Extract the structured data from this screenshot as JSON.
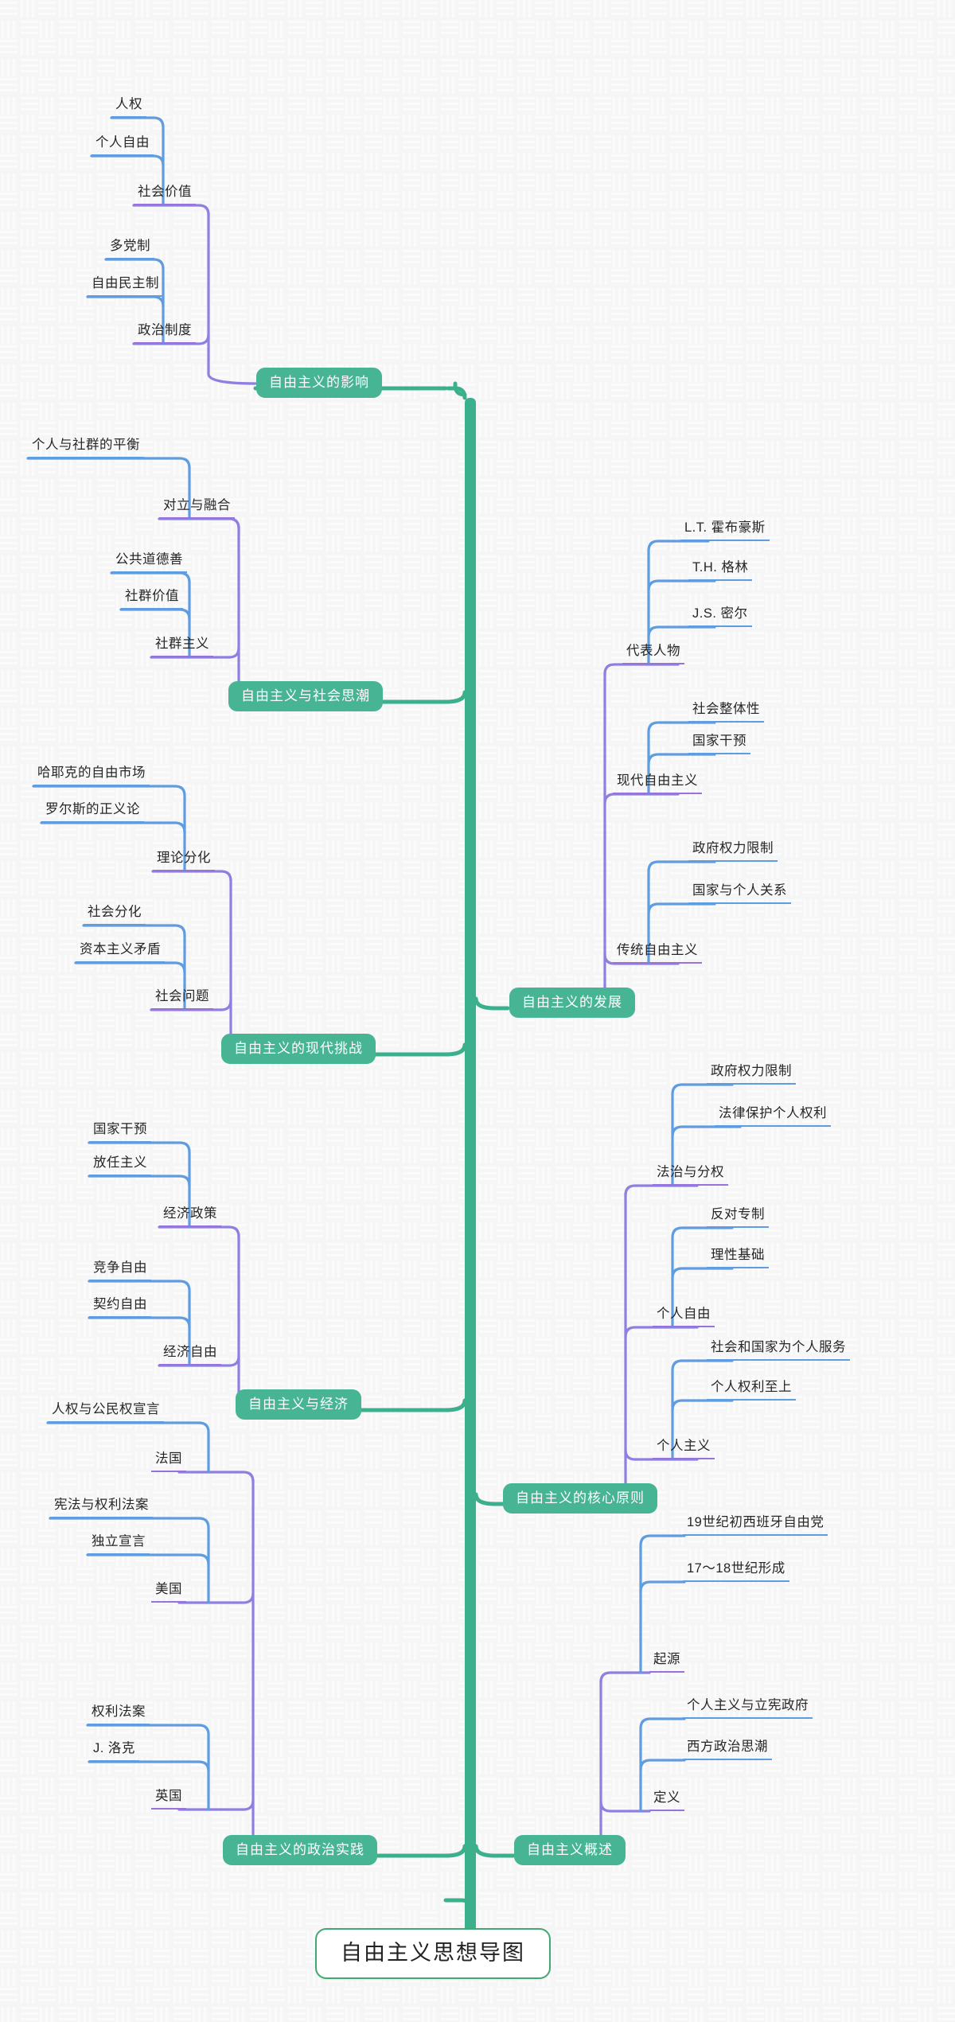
{
  "meta": {
    "title": "自由主义思想导图",
    "colors": {
      "root_border": "#44a870",
      "root_bg": "#ffffff",
      "topic_bg": "#47b493",
      "topic_text": "#ffffff",
      "trunk": "#3cb08d",
      "sub_line": "#9a72de",
      "leaf_line": "#5f9de0",
      "background": "#f7f7f7"
    }
  },
  "root": {
    "label": "自由主义思想导图"
  },
  "topics": [
    {
      "id": "influence",
      "label": "自由主义的影响",
      "side": "left",
      "subs": [
        {
          "label": "社会价值",
          "leaves": [
            {
              "label": "人权"
            },
            {
              "label": "个人自由"
            }
          ]
        },
        {
          "label": "政治制度",
          "leaves": [
            {
              "label": "多党制"
            },
            {
              "label": "自由民主制"
            }
          ]
        }
      ]
    },
    {
      "id": "social-trends",
      "label": "自由主义与社会思潮",
      "side": "left",
      "subs": [
        {
          "label": "对立与融合",
          "leaves": [
            {
              "label": "个人与社群的平衡"
            }
          ]
        },
        {
          "label": "社群主义",
          "leaves": [
            {
              "label": "公共道德善"
            },
            {
              "label": "社群价值"
            }
          ]
        }
      ]
    },
    {
      "id": "modern-challenge",
      "label": "自由主义的现代挑战",
      "side": "left",
      "subs": [
        {
          "label": "理论分化",
          "leaves": [
            {
              "label": "哈耶克的自由市场"
            },
            {
              "label": "罗尔斯的正义论"
            }
          ]
        },
        {
          "label": "社会问题",
          "leaves": [
            {
              "label": "社会分化"
            },
            {
              "label": "资本主义矛盾"
            }
          ]
        }
      ]
    },
    {
      "id": "economy",
      "label": "自由主义与经济",
      "side": "left",
      "subs": [
        {
          "label": "经济政策",
          "leaves": [
            {
              "label": "国家干预"
            },
            {
              "label": "放任主义"
            }
          ]
        },
        {
          "label": "经济自由",
          "leaves": [
            {
              "label": "竞争自由"
            },
            {
              "label": "契约自由"
            }
          ]
        }
      ]
    },
    {
      "id": "political-practice",
      "label": "自由主义的政治实践",
      "side": "left",
      "subs": [
        {
          "label": "法国",
          "leaves": [
            {
              "label": "人权与公民权宣言"
            }
          ]
        },
        {
          "label": "美国",
          "leaves": [
            {
              "label": "宪法与权利法案"
            },
            {
              "label": "独立宣言"
            }
          ]
        },
        {
          "label": "英国",
          "leaves": [
            {
              "label": "权利法案"
            },
            {
              "label": "J. 洛克"
            }
          ]
        }
      ]
    },
    {
      "id": "development",
      "label": "自由主义的发展",
      "side": "right",
      "subs": [
        {
          "label": "代表人物",
          "leaves": [
            {
              "label": "L.T. 霍布豪斯"
            },
            {
              "label": "T.H. 格林"
            },
            {
              "label": "J.S. 密尔"
            }
          ]
        },
        {
          "label": "现代自由主义",
          "leaves": [
            {
              "label": "社会整体性"
            },
            {
              "label": "国家干预"
            }
          ]
        },
        {
          "label": "传统自由主义",
          "leaves": [
            {
              "label": "政府权力限制"
            },
            {
              "label": "国家与个人关系"
            }
          ]
        }
      ]
    },
    {
      "id": "core-principles",
      "label": "自由主义的核心原则",
      "side": "right",
      "subs": [
        {
          "label": "法治与分权",
          "leaves": [
            {
              "label": "政府权力限制"
            },
            {
              "label": "法律保护个人权利"
            }
          ]
        },
        {
          "label": "个人自由",
          "leaves": [
            {
              "label": "反对专制"
            },
            {
              "label": "理性基础"
            }
          ]
        },
        {
          "label": "个人主义",
          "leaves": [
            {
              "label": "社会和国家为个人服务"
            },
            {
              "label": "个人权利至上"
            }
          ]
        }
      ]
    },
    {
      "id": "overview",
      "label": "自由主义概述",
      "side": "right",
      "subs": [
        {
          "label": "起源",
          "leaves": [
            {
              "label": "19世纪初西班牙自由党"
            },
            {
              "label": "17～18世纪形成"
            }
          ]
        },
        {
          "label": "定义",
          "leaves": [
            {
              "label": "个人主义与立宪政府"
            },
            {
              "label": "西方政治思潮"
            }
          ]
        }
      ]
    }
  ]
}
